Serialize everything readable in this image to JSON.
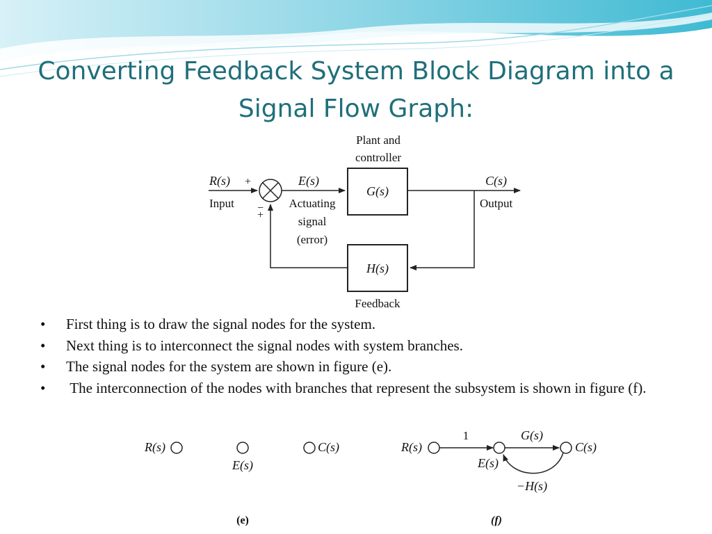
{
  "slide": {
    "title_lines": [
      "Converting Feedback System Block Diagram into a",
      "Signal Flow Graph:"
    ],
    "bullets": [
      "First thing is to draw the signal nodes for the system.",
      "Next thing is to interconnect the signal nodes with system branches.",
      "The signal nodes for the system are shown in figure (e).",
      " The interconnection of the nodes with branches that represent the subsystem is shown in figure (f)."
    ],
    "bullet_symbol": "•",
    "colors": {
      "title": "#1f6f7a",
      "wave_dark": "#2bb0cc",
      "wave_light": "#bfe9f2"
    }
  },
  "block_diagram": {
    "plant_label_1": "Plant and",
    "plant_label_2": "controller",
    "input_symbol": "R(s)",
    "input_label": "Input",
    "plus_sign": "+",
    "minus_sign": "+",
    "minus_bar": "−",
    "error_symbol": "E(s)",
    "error_label_1": "Actuating",
    "error_label_2": "signal",
    "error_label_3": "(error)",
    "forward_block": "G(s)",
    "output_symbol": "C(s)",
    "output_label": "Output",
    "feedback_block": "H(s)",
    "feedback_label": "Feedback"
  },
  "signal_flow": {
    "fig_e": {
      "node_r": "R(s)",
      "node_e": "E(s)",
      "node_c": "C(s)",
      "caption": "(e)"
    },
    "fig_f": {
      "node_r": "R(s)",
      "node_e": "E(s)",
      "node_c": "C(s)",
      "gain_1": "1",
      "gain_g": "G(s)",
      "gain_h": "−H(s)",
      "caption": "(f)"
    }
  }
}
